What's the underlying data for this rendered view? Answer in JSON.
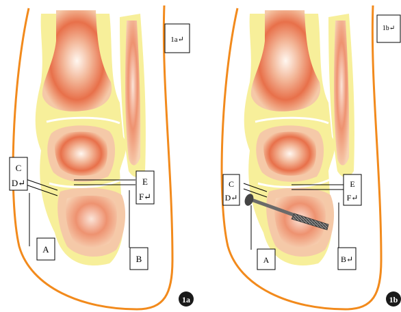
{
  "panels": [
    {
      "id": "1a",
      "corner_label": "1a↵",
      "badge": "1a",
      "labels": {
        "C": "C",
        "D": "D↵",
        "E": "E",
        "F": "F↵",
        "A": "A",
        "B": "B"
      }
    },
    {
      "id": "1b",
      "corner_label": "1b↵",
      "badge": "1b",
      "labels": {
        "C": "C",
        "D": "D↵",
        "E": "E",
        "F": "F↵",
        "A": "A",
        "B": "B↵"
      }
    }
  ],
  "colors": {
    "skin_outline": "#f28a1c",
    "bone_outer": "#f7ef9a",
    "bone_mid": "#f5c9a8",
    "bone_marrow": "#e8704a",
    "screw": "#6a6a6a",
    "badge": "#1a1a1a"
  },
  "icons": {
    "screw": "screw-icon"
  }
}
